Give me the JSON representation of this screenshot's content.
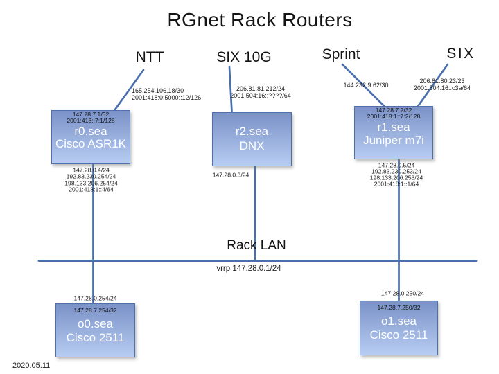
{
  "title": "RGnet Rack Routers",
  "date": "2020.05.11",
  "colors": {
    "line": "#4a6fad",
    "box_top": "#7b92c8",
    "box_bottom": "#b7ccf1",
    "box_border": "#4d70ab"
  },
  "uplinks": [
    {
      "id": "ntt",
      "label": "NTT",
      "addresses": [
        "165.254.106.18/30",
        "2001:418:0:5000::12/126"
      ]
    },
    {
      "id": "six10g",
      "label": "SIX 10G",
      "addresses": [
        "206.81.81.212/24",
        "2001:504:16::????/64"
      ]
    },
    {
      "id": "sprint",
      "label": "Sprint",
      "addresses": [
        "144.232.9.62/30"
      ]
    },
    {
      "id": "six",
      "label": "SIX",
      "addresses": [
        "206.81.80.23/23",
        "2001:504:16::c3a/64"
      ]
    }
  ],
  "routers": [
    {
      "id": "r0",
      "name": "r0.sea",
      "model": "Cisco ASR1K",
      "loopbacks": [
        "147.28.7.1/32",
        "2001:418::7:1/128"
      ],
      "lan_addresses": [
        "147.28.0.4/24",
        "192.83.230.254/24",
        "198.133.206.254/24",
        "2001:418:1::4/64"
      ]
    },
    {
      "id": "r2",
      "name": "r2.sea",
      "model": "DNX",
      "loopbacks": [],
      "lan_addresses": [
        "147.28.0.3/24"
      ]
    },
    {
      "id": "r1",
      "name": "r1.sea",
      "model": "Juniper m7i",
      "loopbacks": [
        "147.28.7.2/32",
        "2001:418:1::7:2/128"
      ],
      "lan_addresses": [
        "147.28.0.5/24",
        "192.83.230.253/24",
        "198.133.206.253/24",
        "2001:418:1::1/64"
      ]
    },
    {
      "id": "o0",
      "name": "o0.sea",
      "model": "Cisco 2511",
      "loopbacks": [
        "147.28.7.254/32"
      ],
      "lan_addresses": [
        "147.28.0.254/24"
      ]
    },
    {
      "id": "o1",
      "name": "o1.sea",
      "model": "Cisco 2511",
      "loopbacks": [
        "147.28.7.250/32"
      ],
      "lan_addresses": [
        "147.28.0.250/24"
      ]
    }
  ],
  "lan": {
    "label": "Rack LAN",
    "vrrp": "vrrp 147.28.0.1/24"
  }
}
